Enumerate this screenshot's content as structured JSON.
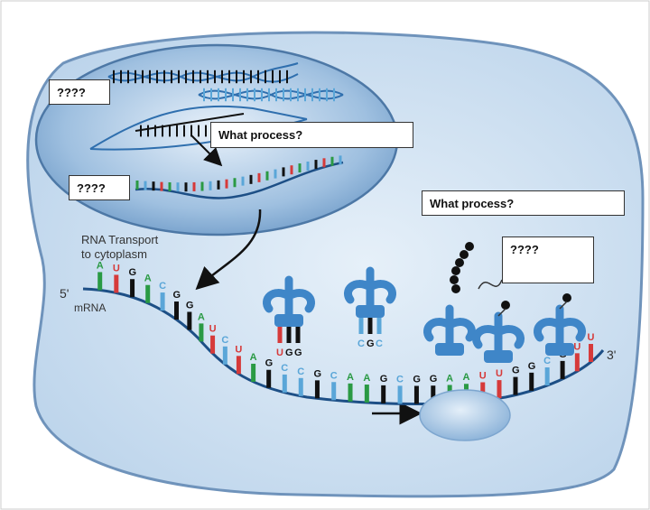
{
  "labels": {
    "unknown_top": "????",
    "process_transcription": "What process?",
    "unknown_mrna": "????",
    "process_translation": "What process?",
    "unknown_chain": "????"
  },
  "text": {
    "rna_transport_line1": "RNA Transport",
    "rna_transport_line2": "to cytoplasm",
    "five_prime": "5'",
    "three_prime": "3'",
    "mrna": "mRNA"
  },
  "mrna_bases": [
    "A",
    "U",
    "G",
    "A",
    "C",
    "G",
    "G",
    "A",
    "U",
    "C",
    "U",
    "A",
    "G",
    "C",
    "C",
    "G",
    "C",
    "A",
    "A",
    "G",
    "C",
    "G",
    "G",
    "A",
    "A",
    "U",
    "U",
    "G",
    "G",
    "C",
    "G",
    "U",
    "U"
  ],
  "trna_anticodons": [
    [
      "U",
      "G",
      "G"
    ],
    [
      "C",
      "G",
      "C"
    ]
  ],
  "base_colors": {
    "A": "#2a9a44",
    "U": "#d63a3a",
    "G": "#111111",
    "C": "#5aa6d8"
  },
  "colors": {
    "cell_fill": "#cfe2f2",
    "cell_stroke": "#5a7fa8",
    "nucleus_fill": "#8fb4da",
    "trna_fill": "#3f86c8",
    "ribosome": "#a9c9e6"
  }
}
